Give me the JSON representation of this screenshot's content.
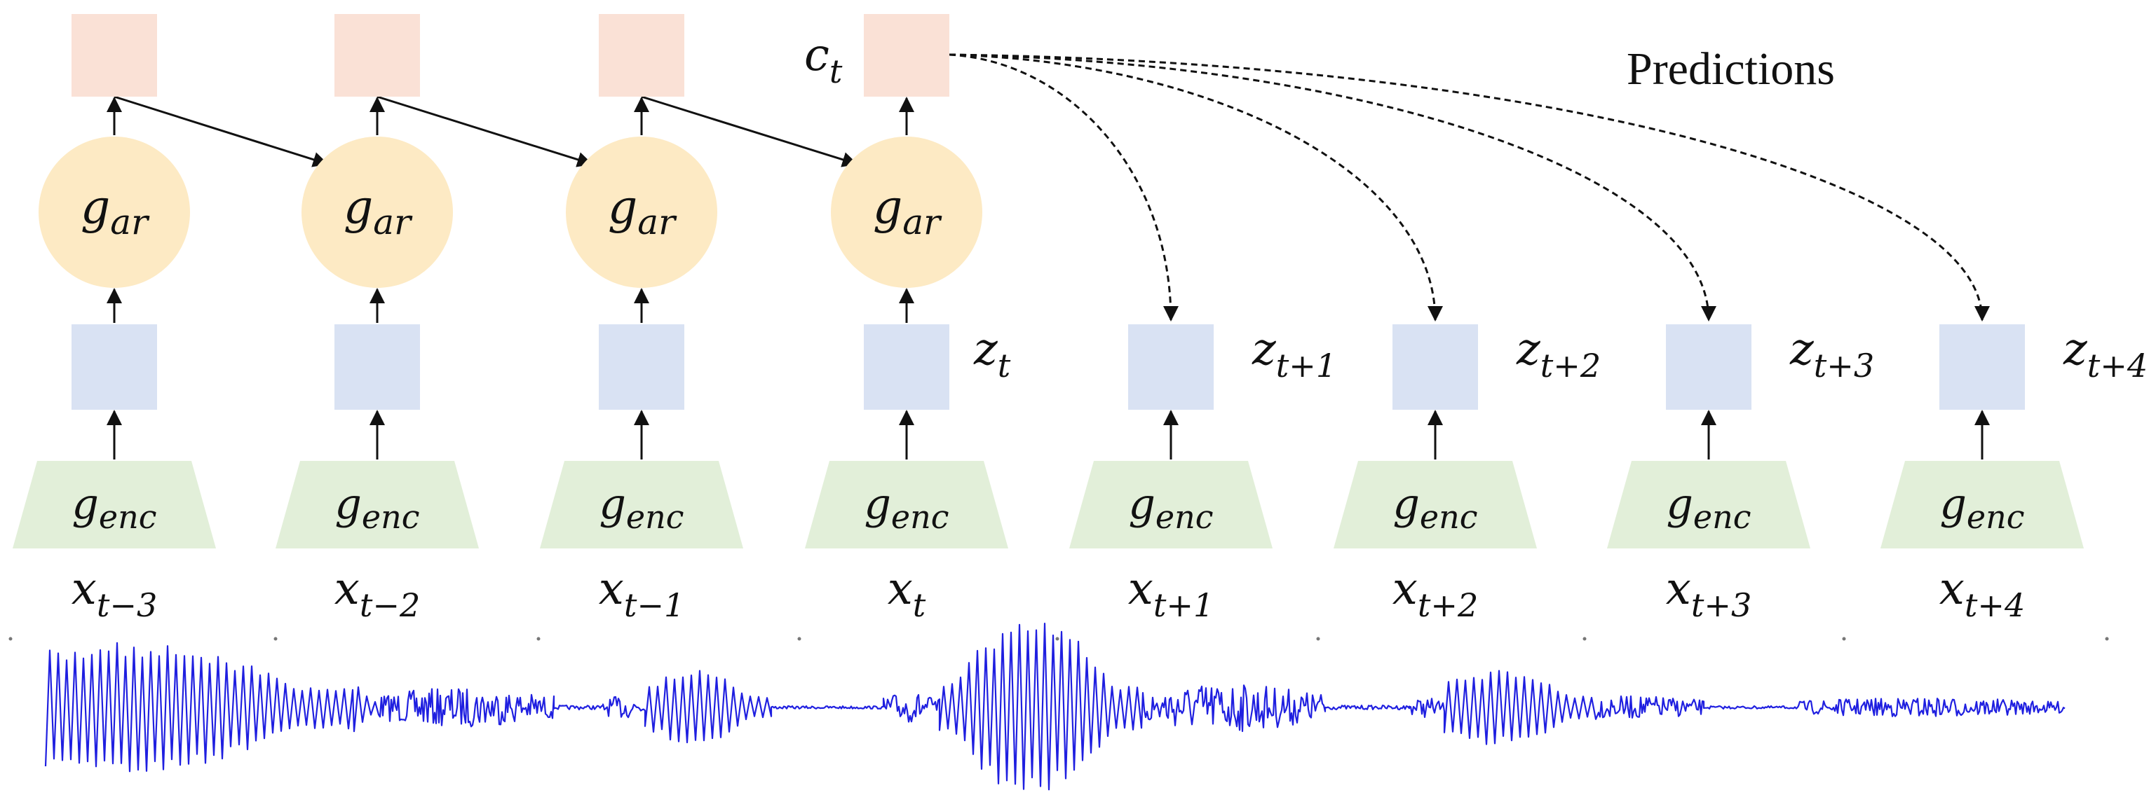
{
  "colors": {
    "context": "#fae1d6",
    "ar": "#fdeac4",
    "latent": "#d9e2f3",
    "encoder": "#e2efd9",
    "arrow": "#111111",
    "waveform": "#1f1fe0"
  },
  "labels": {
    "predictions": "Predictions",
    "context_sub": "t",
    "ar": {
      "base": "g",
      "sub": "ar"
    },
    "enc": {
      "base": "g",
      "sub": "enc"
    }
  },
  "steps": [
    {
      "x_base": "x",
      "x_sub": "t−3"
    },
    {
      "x_base": "x",
      "x_sub": "t−2"
    },
    {
      "x_base": "x",
      "x_sub": "t−1"
    },
    {
      "x_base": "x",
      "x_sub": "t",
      "c_base": "c",
      "c_sub": "t",
      "z_base": "z",
      "z_sub": "t"
    },
    {
      "x_base": "x",
      "x_sub": "t+1",
      "z_base": "z",
      "z_sub": "t+1"
    },
    {
      "x_base": "x",
      "x_sub": "t+2",
      "z_base": "z",
      "z_sub": "t+2"
    },
    {
      "x_base": "x",
      "x_sub": "t+3",
      "z_base": "z",
      "z_sub": "t+3"
    },
    {
      "x_base": "x",
      "x_sub": "t+4",
      "z_base": "z",
      "z_sub": "t+4"
    }
  ]
}
